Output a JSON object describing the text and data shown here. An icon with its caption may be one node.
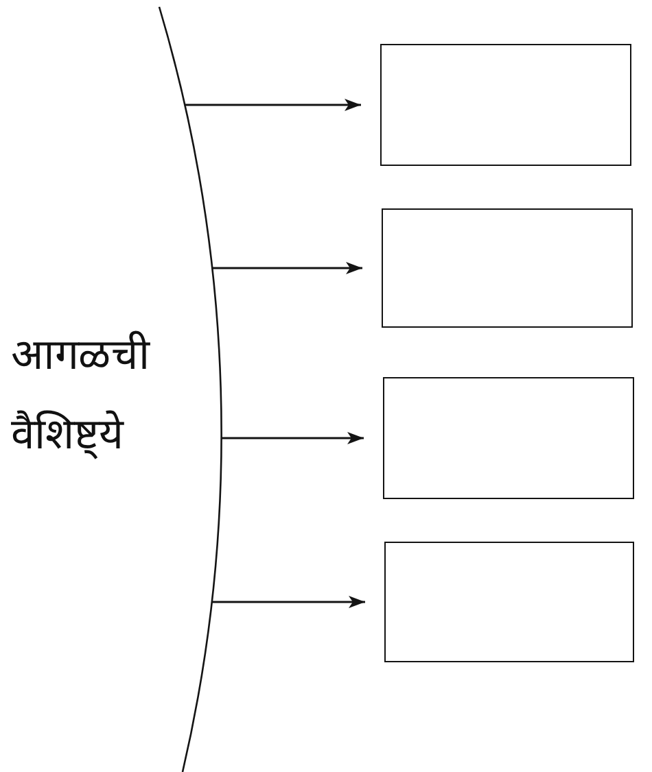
{
  "diagram": {
    "nodes": [
      {
        "text": [
          "आगळची वैशिष्ट्ये"
        ]
      },
      {
        "text": [],
        "shape": "box"
      },
      {
        "text": [],
        "shape": "box"
      },
      {
        "text": [],
        "shape": "box"
      },
      {
        "text": [],
        "shape": "box"
      }
    ],
    "edges": [
      {
        "from": 0,
        "to": 1,
        "arrow": "to"
      },
      {
        "from": 0,
        "to": 2,
        "arrow": "to"
      },
      {
        "from": 0,
        "to": 3,
        "arrow": "to"
      },
      {
        "from": 0,
        "to": 4,
        "arrow": "to"
      }
    ]
  }
}
